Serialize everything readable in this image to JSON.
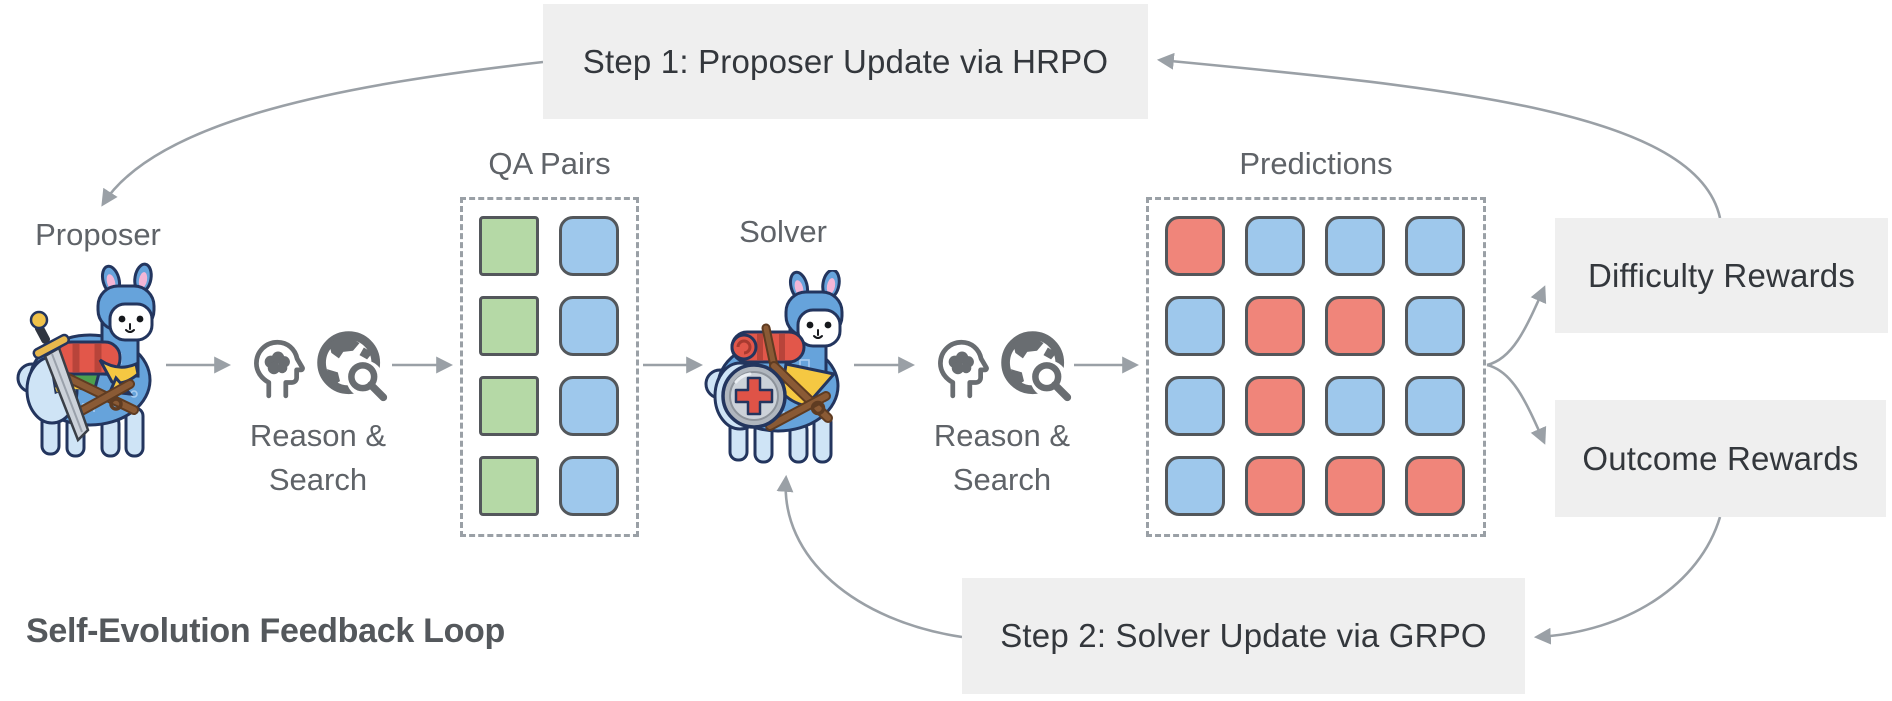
{
  "diagram": {
    "title": "Self-Evolution Feedback Loop",
    "step_boxes": {
      "step1": "Step 1: Proposer Update via HRPO",
      "step2": "Step 2: Solver Update via GRPO",
      "difficulty": "Difficulty Rewards",
      "outcome": "Outcome Rewards"
    },
    "nodes": {
      "proposer_label": "Proposer",
      "solver_label": "Solver",
      "qa_pairs_label": "QA Pairs",
      "predictions_label": "Predictions",
      "reason_search_line1": "Reason &",
      "reason_search_line2": "Search"
    },
    "icons": {
      "reason": "psychology-head-icon",
      "search": "globe-search-icon"
    },
    "qa_pairs": {
      "rows": [
        [
          "question",
          "answer"
        ],
        [
          "question",
          "answer"
        ],
        [
          "question",
          "answer"
        ],
        [
          "question",
          "answer"
        ]
      ]
    },
    "predictions": {
      "grid": [
        [
          "incorrect",
          "correct",
          "correct",
          "correct"
        ],
        [
          "correct",
          "incorrect",
          "incorrect",
          "correct"
        ],
        [
          "correct",
          "incorrect",
          "correct",
          "correct"
        ],
        [
          "correct",
          "incorrect",
          "incorrect",
          "incorrect"
        ]
      ]
    },
    "colors": {
      "question": "#b5d9a6",
      "answer": "#9ec8ec",
      "correct": "#9ec8ec",
      "incorrect": "#f0857a",
      "arrow": "#9aa0a6",
      "box_bg": "#efefef",
      "label_text": "#5f6368",
      "box_text": "#33373c"
    }
  }
}
